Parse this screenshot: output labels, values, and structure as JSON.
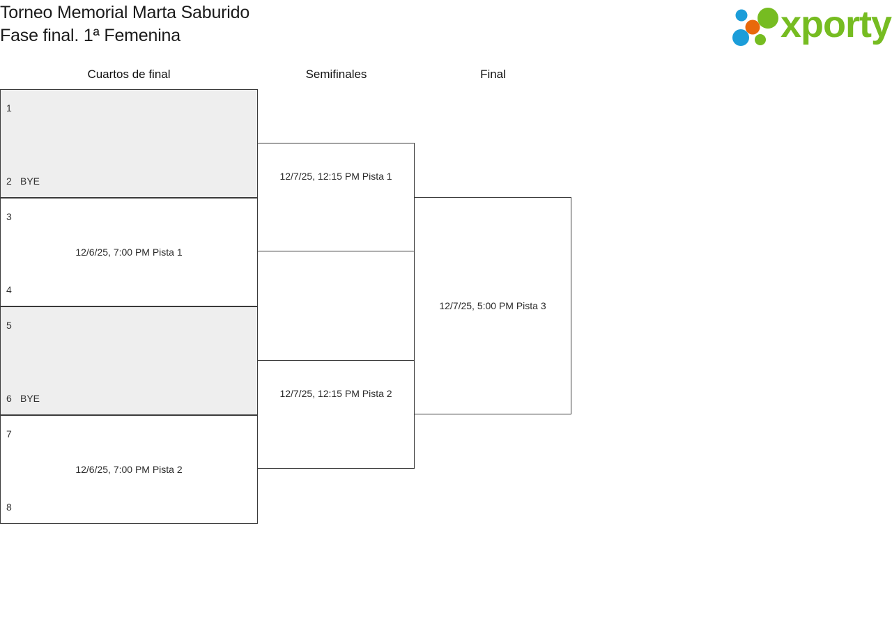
{
  "header": {
    "title_line1": "Torneo Memorial Marta Saburido",
    "title_line2": "Fase final. 1ª Femenina",
    "logo_text": "xporty",
    "logo_colors": {
      "green": "#76bc21",
      "blue": "#1b9dd9",
      "orange": "#e8690b"
    }
  },
  "rounds": [
    {
      "label": "Cuartos de final"
    },
    {
      "label": "Semifinales"
    },
    {
      "label": "Final"
    }
  ],
  "colors": {
    "bye_background": "#eeeeee",
    "box_border": "#3a3a3a",
    "text": "#333333"
  },
  "matches": {
    "quarterfinals": [
      {
        "top_seed": "1",
        "top_name": "",
        "bottom_seed": "2",
        "bottom_name": "BYE",
        "schedule": "",
        "is_bye": true
      },
      {
        "top_seed": "3",
        "top_name": "",
        "bottom_seed": "4",
        "bottom_name": "",
        "schedule": "12/6/25, 7:00 PM Pista 1",
        "is_bye": false
      },
      {
        "top_seed": "5",
        "top_name": "",
        "bottom_seed": "6",
        "bottom_name": "BYE",
        "schedule": "",
        "is_bye": true
      },
      {
        "top_seed": "7",
        "top_name": "",
        "bottom_seed": "8",
        "bottom_name": "",
        "schedule": "12/6/25, 7:00 PM Pista 2",
        "is_bye": false
      }
    ],
    "semifinals": [
      {
        "schedule": "12/7/25, 12:15 PM Pista 1"
      },
      {
        "schedule": "12/7/25, 12:15 PM Pista 2"
      }
    ],
    "final": [
      {
        "schedule": "12/7/25, 5:00 PM Pista 3"
      }
    ]
  }
}
